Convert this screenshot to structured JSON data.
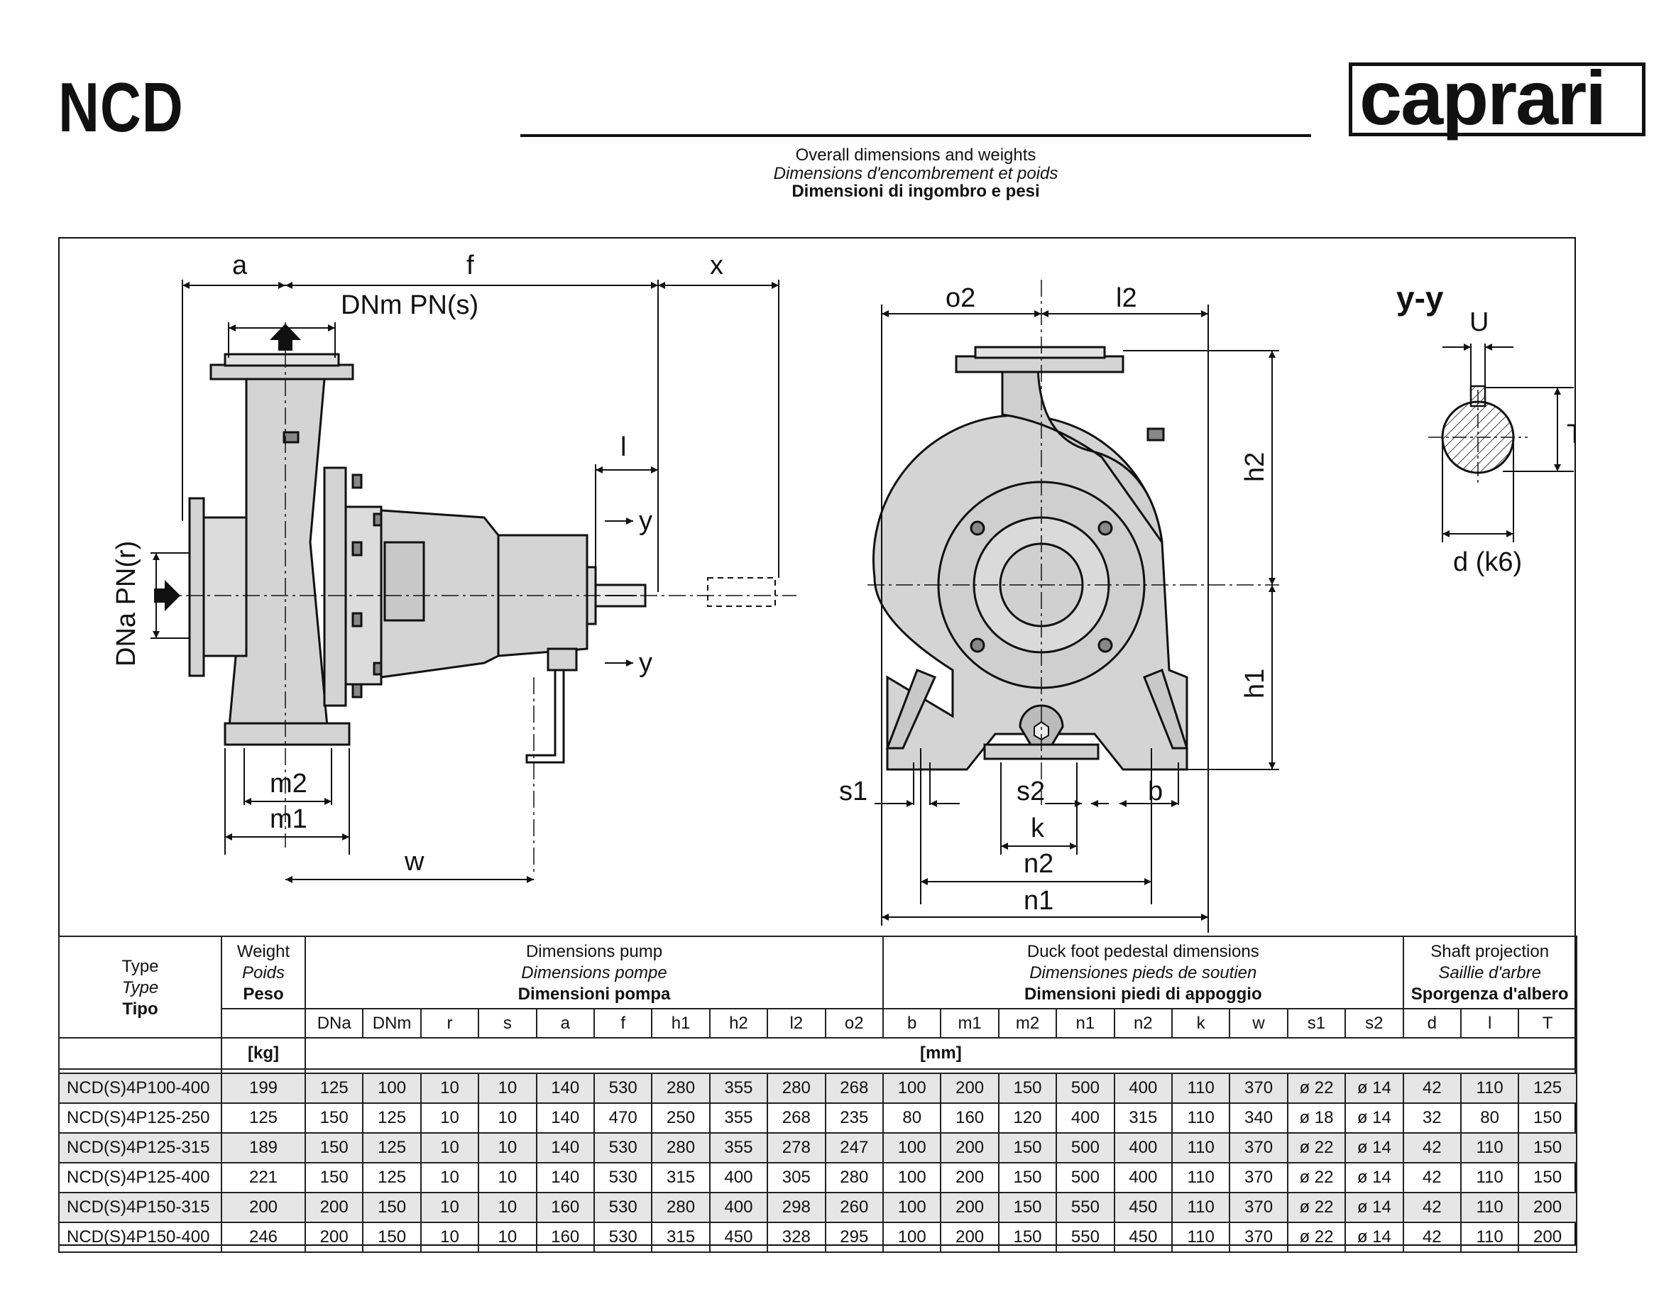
{
  "header": {
    "model": "NCD",
    "brand": "caprari",
    "subtitle_en": "Overall dimensions and weights",
    "subtitle_fr": "Dimensions d'encombrement et poids",
    "subtitle_it": "Dimensioni di ingombro e pesi"
  },
  "drawing_labels": {
    "a": "a",
    "f": "f",
    "x": "x",
    "dnm": "DNm PN(s)",
    "dna": "DNa PN(r)",
    "l": "l",
    "y_top": "y",
    "y_bottom": "y",
    "m2": "m2",
    "m1": "m1",
    "w": "w",
    "o2": "o2",
    "l2": "l2",
    "h2": "h2",
    "h1": "h1",
    "s1": "s1",
    "s2": "s2",
    "b": "b",
    "k": "k",
    "n2": "n2",
    "n1": "n1",
    "section": "y-y",
    "U": "U",
    "T": "T",
    "d": "d (k6)"
  },
  "table": {
    "col_type": [
      "Type",
      "Type",
      "Tipo"
    ],
    "col_weight": [
      "Weight",
      "Poids",
      "Peso"
    ],
    "group_pump": [
      "Dimensions pump",
      "Dimensions pompe",
      "Dimensioni pompa"
    ],
    "group_foot": [
      "Duck foot pedestal dimensions",
      "Dimensiones pieds de soutien",
      "Dimensioni piedi di appoggio"
    ],
    "group_shaft": [
      "Shaft projection",
      "Saillie d'arbre",
      "Sporgenza d'albero"
    ],
    "columns": [
      "DNa",
      "DNm",
      "r",
      "s",
      "a",
      "f",
      "h1",
      "h2",
      "l2",
      "o2",
      "b",
      "m1",
      "m2",
      "n1",
      "n2",
      "k",
      "w",
      "s1",
      "s2",
      "d",
      "l",
      "T"
    ],
    "unit_weight": "[kg]",
    "unit_dims": "[mm]",
    "rows": [
      [
        "NCD(S)4P100-400",
        "199",
        "125",
        "100",
        "10",
        "10",
        "140",
        "530",
        "280",
        "355",
        "280",
        "268",
        "100",
        "200",
        "150",
        "500",
        "400",
        "110",
        "370",
        "ø 22",
        "ø 14",
        "42",
        "110",
        "125"
      ],
      [
        "NCD(S)4P125-250",
        "125",
        "150",
        "125",
        "10",
        "10",
        "140",
        "470",
        "250",
        "355",
        "268",
        "235",
        "80",
        "160",
        "120",
        "400",
        "315",
        "110",
        "340",
        "ø 18",
        "ø 14",
        "32",
        "80",
        "150"
      ],
      [
        "NCD(S)4P125-315",
        "189",
        "150",
        "125",
        "10",
        "10",
        "140",
        "530",
        "280",
        "355",
        "278",
        "247",
        "100",
        "200",
        "150",
        "500",
        "400",
        "110",
        "370",
        "ø 22",
        "ø 14",
        "42",
        "110",
        "150"
      ],
      [
        "NCD(S)4P125-400",
        "221",
        "150",
        "125",
        "10",
        "10",
        "140",
        "530",
        "315",
        "400",
        "305",
        "280",
        "100",
        "200",
        "150",
        "500",
        "400",
        "110",
        "370",
        "ø 22",
        "ø 14",
        "42",
        "110",
        "150"
      ],
      [
        "NCD(S)4P150-315",
        "200",
        "200",
        "150",
        "10",
        "10",
        "160",
        "530",
        "280",
        "400",
        "298",
        "260",
        "100",
        "200",
        "150",
        "550",
        "450",
        "110",
        "370",
        "ø 22",
        "ø 14",
        "42",
        "110",
        "200"
      ],
      [
        "NCD(S)4P150-400",
        "246",
        "200",
        "150",
        "10",
        "10",
        "160",
        "530",
        "315",
        "450",
        "328",
        "295",
        "100",
        "200",
        "150",
        "550",
        "450",
        "110",
        "370",
        "ø 22",
        "ø 14",
        "42",
        "110",
        "200"
      ]
    ]
  }
}
